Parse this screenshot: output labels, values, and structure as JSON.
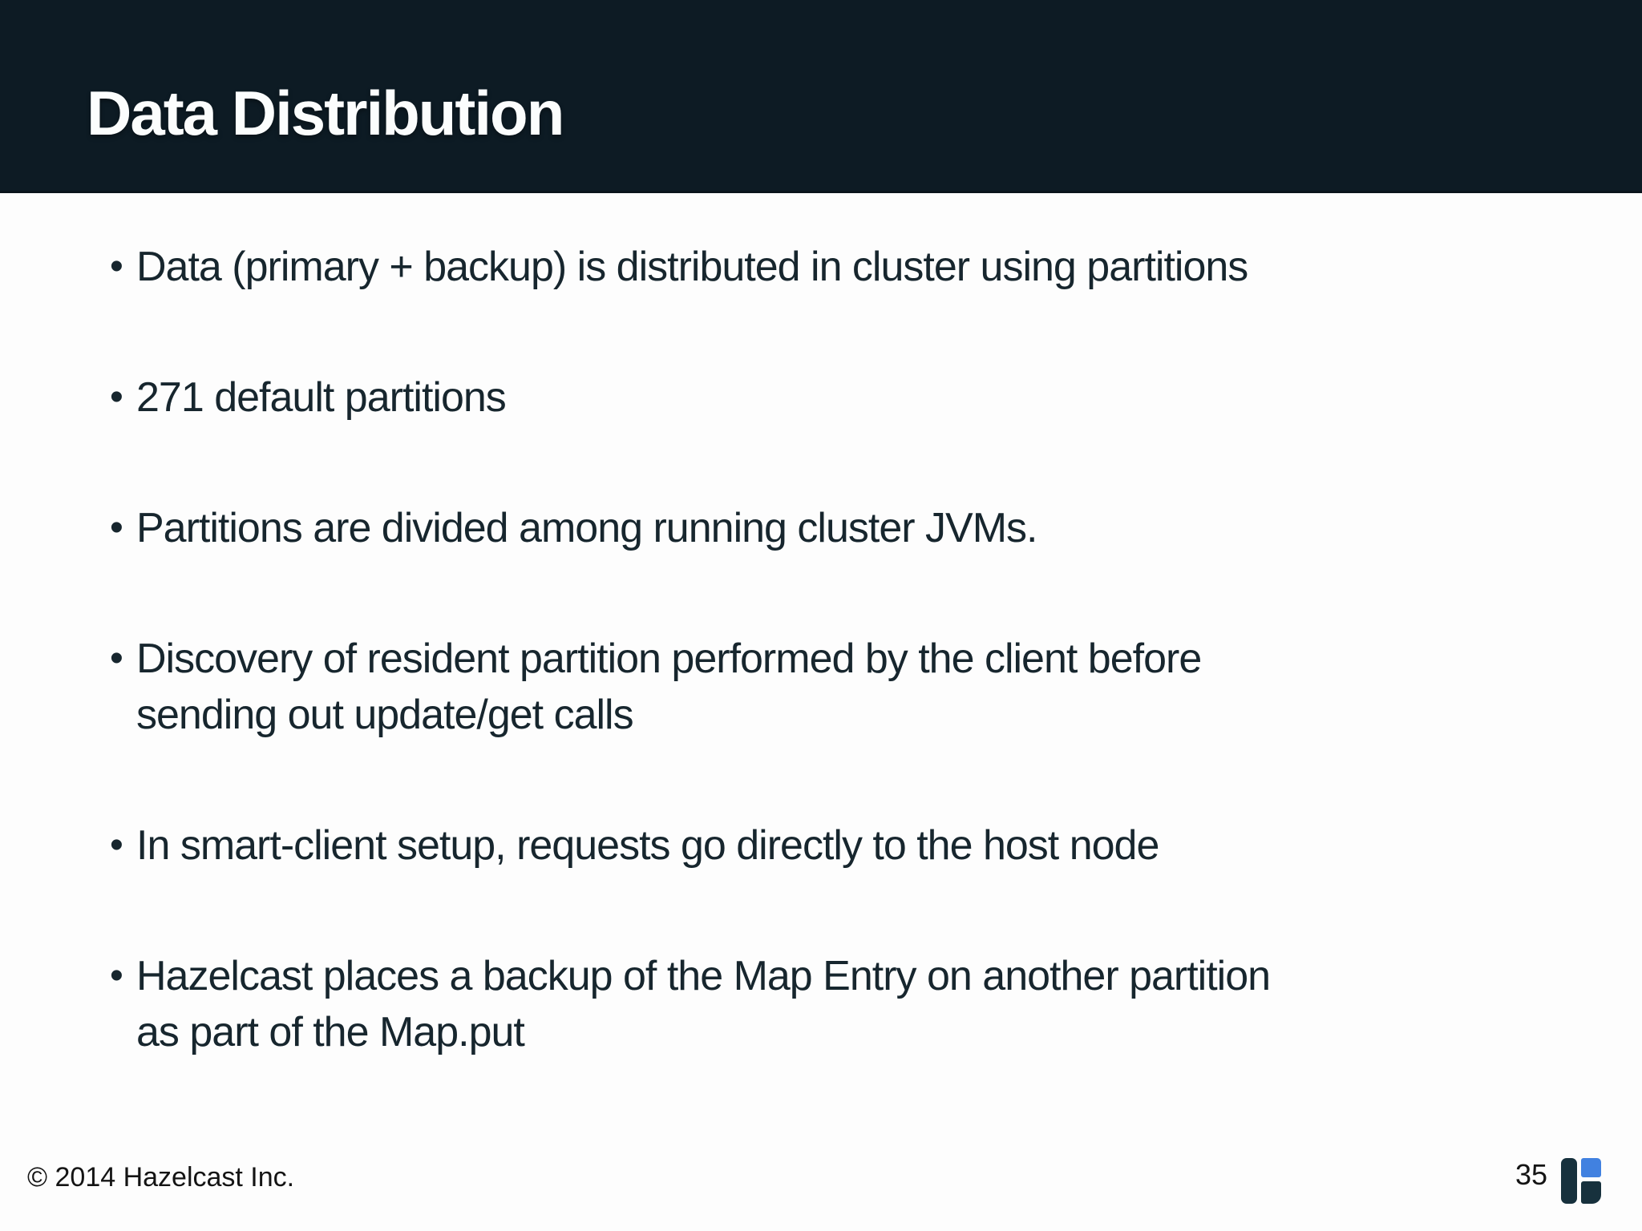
{
  "slide": {
    "title": "Data Distribution",
    "bullets": [
      {
        "lines": [
          "Data (primary + backup) is distributed in cluster using partitions"
        ]
      },
      {
        "lines": [
          "271 default partitions"
        ]
      },
      {
        "lines": [
          "Partitions are divided among running cluster JVMs."
        ]
      },
      {
        "lines": [
          "Discovery of resident partition performed by the client before",
          "sending out update/get calls"
        ]
      },
      {
        "lines": [
          "In smart-client setup, requests go directly to the host node"
        ]
      },
      {
        "lines": [
          "Hazelcast places a backup of the Map Entry on another partition",
          "as part of the Map.put"
        ]
      }
    ],
    "footer": {
      "copyright": "© 2014 Hazelcast Inc.",
      "page_number": "35"
    },
    "colors": {
      "header_bg": "#0d1b24",
      "body_text": "#17262e",
      "logo_dark": "#17313d",
      "logo_blue": "#4181e0"
    },
    "logo_name": "hazelcast-logo"
  }
}
